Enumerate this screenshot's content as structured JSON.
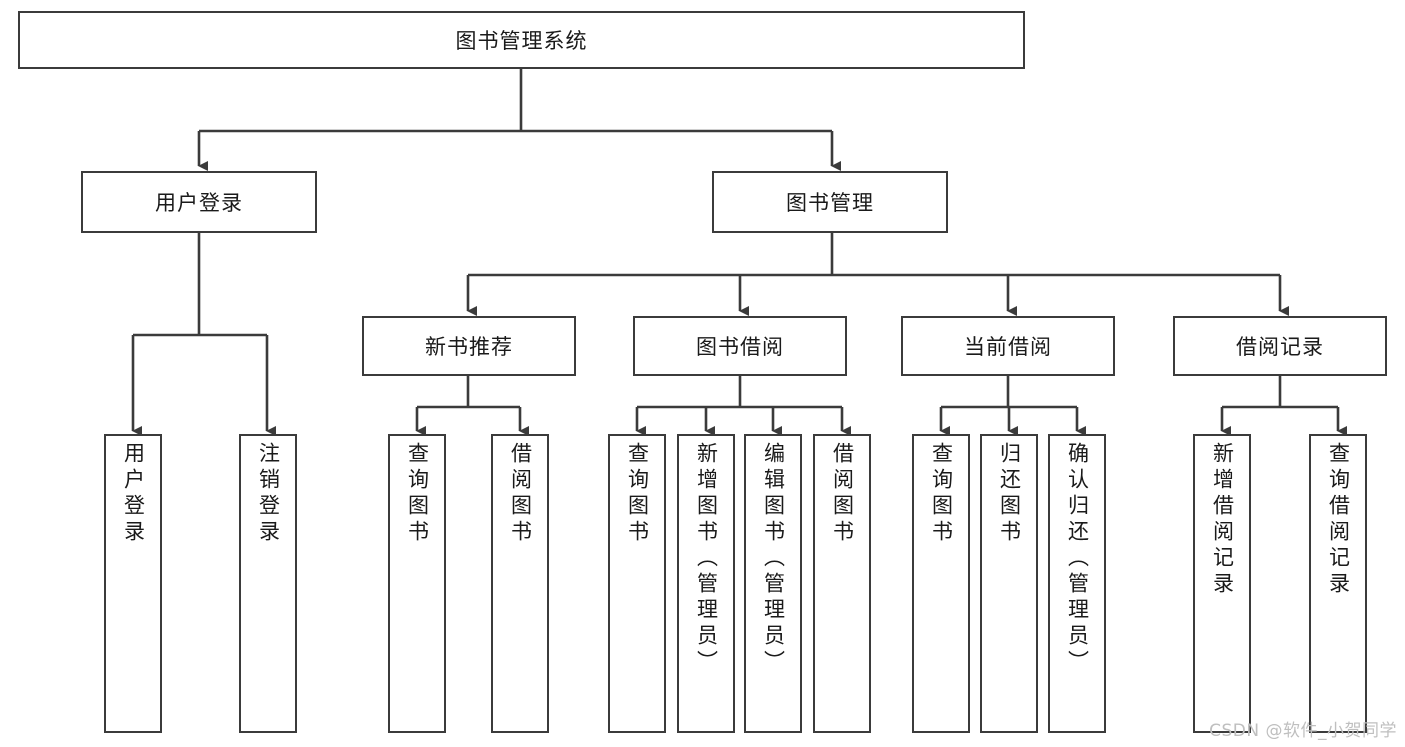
{
  "diagram": {
    "type": "hierarchical-tree",
    "title": "图书管理系统",
    "root": {
      "id": "root",
      "label": "图书管理系统"
    },
    "level2": [
      {
        "id": "user-login",
        "label": "用户登录"
      },
      {
        "id": "book-manage",
        "label": "图书管理"
      }
    ],
    "level3": [
      {
        "id": "new-book-rec",
        "label": "新书推荐",
        "parent": "book-manage"
      },
      {
        "id": "book-borrow",
        "label": "图书借阅",
        "parent": "book-manage"
      },
      {
        "id": "current-borrow",
        "label": "当前借阅",
        "parent": "book-manage"
      },
      {
        "id": "borrow-record",
        "label": "借阅记录",
        "parent": "book-manage"
      }
    ],
    "leaves": {
      "user-login": [
        {
          "id": "leaf-user-login",
          "label": "用户登录"
        },
        {
          "id": "leaf-user-logout",
          "label": "注销登录"
        }
      ],
      "new-book-rec": [
        {
          "id": "leaf-query-book-1",
          "label": "查询图书"
        },
        {
          "id": "leaf-borrow-book-1",
          "label": "借阅图书"
        }
      ],
      "book-borrow": [
        {
          "id": "leaf-query-book-2",
          "label": "查询图书"
        },
        {
          "id": "leaf-add-book",
          "label": "新增图书（管理员）"
        },
        {
          "id": "leaf-edit-book",
          "label": "编辑图书（管理员）"
        },
        {
          "id": "leaf-borrow-book-2",
          "label": "借阅图书"
        }
      ],
      "current-borrow": [
        {
          "id": "leaf-query-book-3",
          "label": "查询图书"
        },
        {
          "id": "leaf-return-book",
          "label": "归还图书"
        },
        {
          "id": "leaf-confirm-return",
          "label": "确认归还（管理员）"
        }
      ],
      "borrow-record": [
        {
          "id": "leaf-add-record",
          "label": "新增借阅记录"
        },
        {
          "id": "leaf-query-record",
          "label": "查询借阅记录"
        }
      ]
    },
    "colors": {
      "stroke": "#3b3b3b",
      "fill": "#ffffff",
      "text": "#1a1a1a",
      "watermark": "#bfbfbf"
    }
  },
  "watermark": {
    "text": "CSDN @软件_小贺同学"
  }
}
